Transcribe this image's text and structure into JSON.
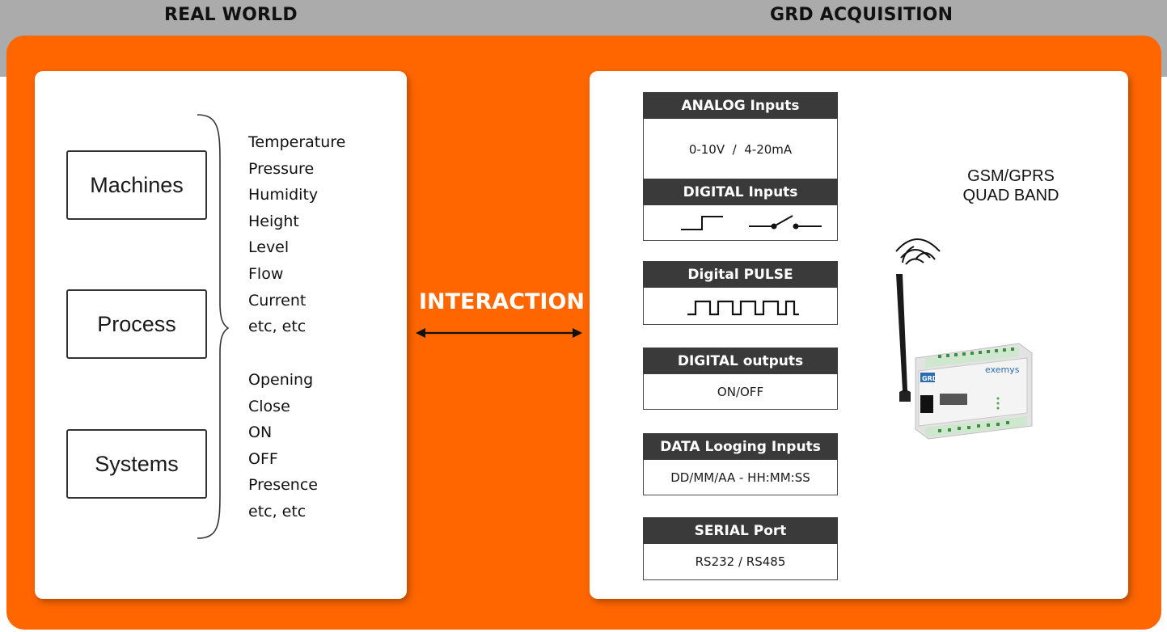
{
  "headings": {
    "left": "REAL WORLD",
    "right": "GRD ACQUISITION"
  },
  "real_world": {
    "entities": [
      "Machines",
      "Process",
      "Systems"
    ],
    "analog_variables": [
      "Temperature",
      "Pressure",
      "Humidity",
      "Height",
      "Level",
      "Flow",
      "Current",
      "etc, etc"
    ],
    "digital_states": [
      "Opening",
      "Close",
      "ON",
      "OFF",
      "Presence",
      "etc, etc"
    ]
  },
  "center": {
    "label": "INTERACTION"
  },
  "acquisition": {
    "cards": [
      {
        "title": "ANALOG Inputs",
        "value": "0-10V  /  4-20mA"
      },
      {
        "title": "DIGITAL Inputs",
        "symbol": "step-and-switch"
      },
      {
        "title": "Digital PULSE",
        "symbol": "pulse-train"
      },
      {
        "title": "DIGITAL outputs",
        "value": "ON/OFF"
      },
      {
        "title": "DATA Looging Inputs",
        "value": "DD/MM/AA - HH:MM:SS"
      },
      {
        "title": "SERIAL Port",
        "value": "RS232 / RS485"
      }
    ],
    "gsm": {
      "line1": "GSM/GPRS",
      "line2": "QUAD BAND"
    },
    "device": {
      "brand": "exemys",
      "model": "GRD"
    }
  },
  "colors": {
    "orange": "#ff6600",
    "gray_band": "#ababab",
    "card_header": "#3a3a3a"
  }
}
